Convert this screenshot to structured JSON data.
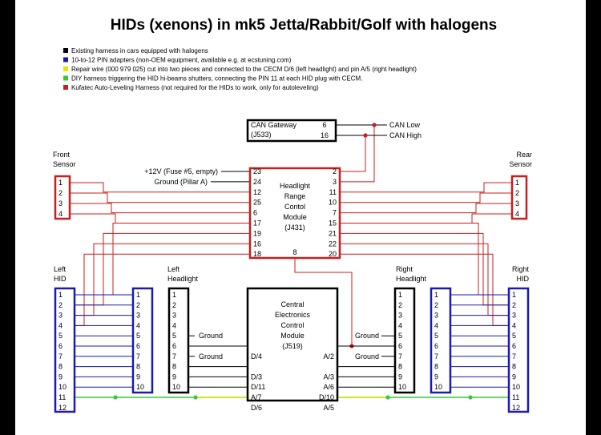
{
  "title": "HIDs (xenons) in mk5 Jetta/Rabbit/Golf with halogens",
  "colors": {
    "black": "#000000",
    "blue": "#1a1ab0",
    "yellow": "#e6e600",
    "green": "#33cc33",
    "red": "#c81e1e"
  },
  "legend": [
    {
      "color": "black",
      "text": "Existing harness in cars equipped with halogens"
    },
    {
      "color": "blue",
      "text": "10-to-12 PIN adapters (non-OEM equipment, available e.g. at ecstuning.com)"
    },
    {
      "color": "yellow",
      "text": "Repair wire (000 979 025) cut into two pieces and connected to the CECM D/6 (left headlight) and pin A/5 (right headlight)"
    },
    {
      "color": "green",
      "text": "DIY harness triggering the HID hi-beams shutters, connecting the PIN 11 at each HID plug with CECM."
    },
    {
      "color": "red",
      "text": "Kufatec Auto-Leveling Harness (not required for the HIDs to work, only for autoleveling)"
    }
  ],
  "can_gateway": {
    "name": "CAN Gateway",
    "code": "(J533)",
    "pins": [
      "6",
      "16"
    ],
    "lines": [
      "CAN Low",
      "CAN High"
    ]
  },
  "headlight_range_module": {
    "lines": [
      "Headlight",
      "Range",
      "Contol",
      "Module",
      "(J431)"
    ],
    "left_pins": [
      "23",
      "24",
      "12",
      "25",
      "6",
      "17",
      "19",
      "16",
      "18"
    ],
    "right_pins": [
      "2",
      "3",
      "11",
      "10",
      "7",
      "15",
      "21",
      "22",
      "20"
    ],
    "bottom_pin": "8",
    "supply_labels": [
      "+12V (Fuse #5, empty)",
      "Ground (Pillar A)"
    ]
  },
  "front_sensor": {
    "label_lines": [
      "Front",
      "Sensor"
    ],
    "pins": [
      "1",
      "2",
      "3",
      "4"
    ]
  },
  "rear_sensor": {
    "label_lines": [
      "Rear",
      "Sensor"
    ],
    "pins": [
      "1",
      "2",
      "3",
      "4"
    ]
  },
  "left_hid": {
    "label_lines": [
      "Left",
      "HID"
    ],
    "pins": [
      "1",
      "2",
      "3",
      "4",
      "5",
      "6",
      "7",
      "8",
      "9",
      "10",
      "11",
      "12"
    ]
  },
  "right_hid": {
    "label_lines": [
      "Right",
      "HID"
    ],
    "pins": [
      "1",
      "2",
      "3",
      "4",
      "5",
      "6",
      "7",
      "8",
      "9",
      "10",
      "11",
      "12"
    ]
  },
  "left_adapter": {
    "pins": [
      "1",
      "2",
      "3",
      "4",
      "5",
      "6",
      "7",
      "8",
      "9",
      "10"
    ]
  },
  "right_adapter": {
    "pins": [
      "1",
      "2",
      "3",
      "4",
      "5",
      "6",
      "7",
      "8",
      "9",
      "10"
    ]
  },
  "left_headlight": {
    "label_lines": [
      "Left",
      "Headlight"
    ],
    "pins": [
      "1",
      "2",
      "3",
      "4",
      "5",
      "6",
      "7",
      "8",
      "9",
      "10"
    ]
  },
  "right_headlight": {
    "label_lines": [
      "Right",
      "Headlight"
    ],
    "pins": [
      "1",
      "2",
      "3",
      "4",
      "5",
      "6",
      "7",
      "8",
      "9",
      "10"
    ]
  },
  "ground_label": "Ground",
  "cecm": {
    "lines": [
      "Central",
      "Electronics",
      "Control",
      "Module",
      "(J519)"
    ],
    "left_pins": [
      "D/4",
      "D/3",
      "D/11",
      "A/7",
      "D/6"
    ],
    "right_pins": [
      "A/2",
      "A/3",
      "A/6",
      "D/10",
      "A/5"
    ]
  }
}
